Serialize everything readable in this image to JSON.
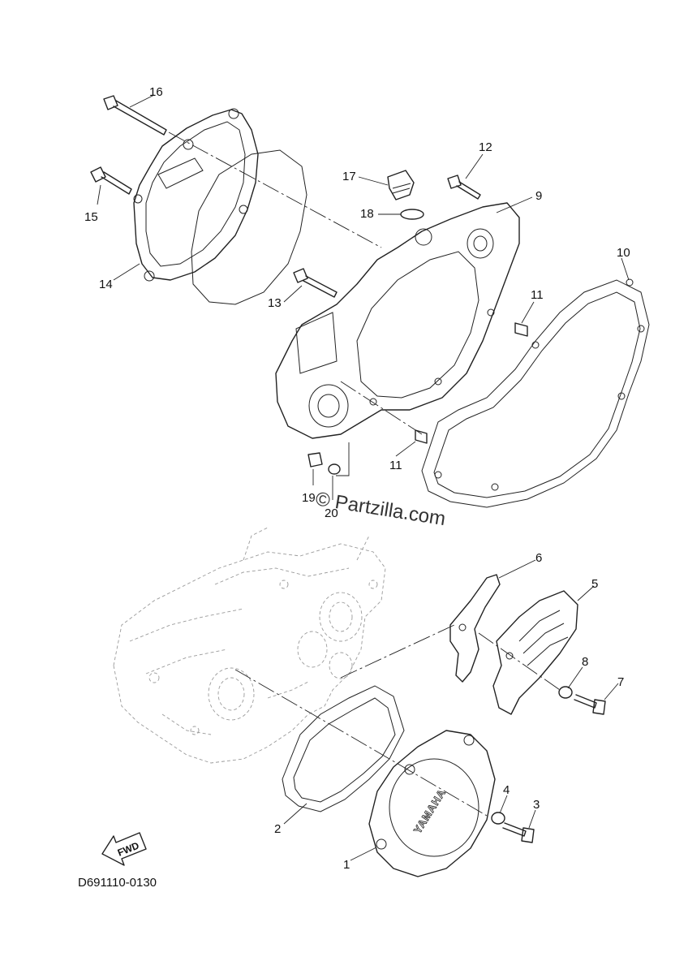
{
  "callouts": [
    {
      "id": "1",
      "text": "1"
    },
    {
      "id": "2",
      "text": "2"
    },
    {
      "id": "3",
      "text": "3"
    },
    {
      "id": "4",
      "text": "4"
    },
    {
      "id": "5",
      "text": "5"
    },
    {
      "id": "6",
      "text": "6"
    },
    {
      "id": "7",
      "text": "7"
    },
    {
      "id": "8",
      "text": "8"
    },
    {
      "id": "9",
      "text": "9"
    },
    {
      "id": "10",
      "text": "10"
    },
    {
      "id": "11a",
      "text": "11"
    },
    {
      "id": "11b",
      "text": "11"
    },
    {
      "id": "12",
      "text": "12"
    },
    {
      "id": "13",
      "text": "13"
    },
    {
      "id": "14",
      "text": "14"
    },
    {
      "id": "15",
      "text": "15"
    },
    {
      "id": "16",
      "text": "16"
    },
    {
      "id": "17",
      "text": "17"
    },
    {
      "id": "18",
      "text": "18"
    },
    {
      "id": "19",
      "text": "19"
    },
    {
      "id": "20",
      "text": "20"
    }
  ],
  "watermark": "© Partzilla.com",
  "diagram_code": "D691110-0130",
  "fwd_label": "FWD",
  "brand_label": "YAMAHA"
}
